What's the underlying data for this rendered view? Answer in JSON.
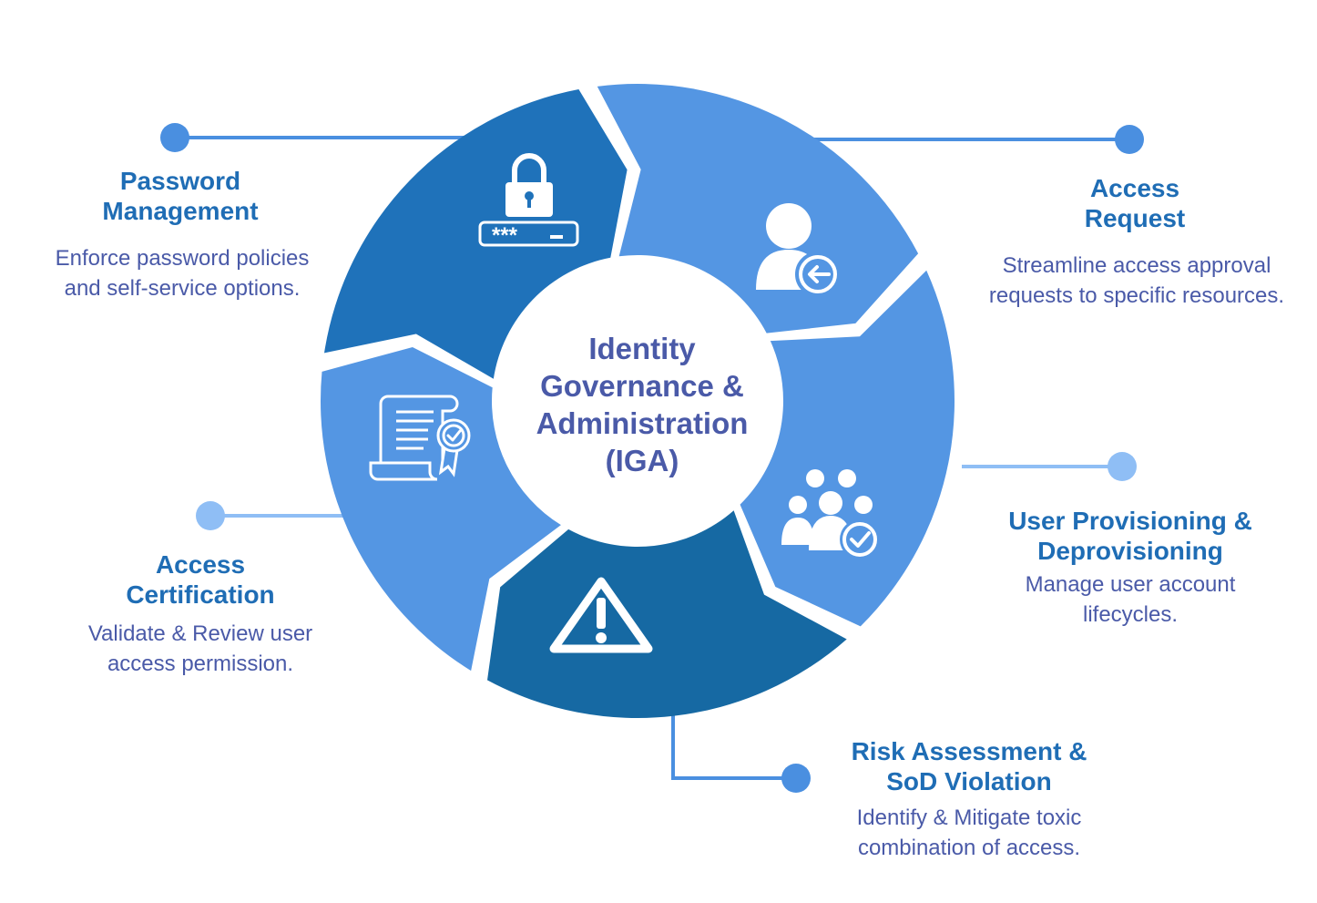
{
  "center": {
    "line1": "Identity",
    "line2": "Governance &",
    "line3": "Administration",
    "line4": "(IGA)"
  },
  "segments": [
    {
      "id": "password-management",
      "title_line1": "Password",
      "title_line2": "Management",
      "desc_line1": "Enforce password policies",
      "desc_line2": "and self-service options.",
      "icon": "padlock-password-icon",
      "color": "#1f72ba"
    },
    {
      "id": "access-request",
      "title_line1": "Access",
      "title_line2": "Request",
      "desc_line1": "Streamline access approval",
      "desc_line2": "requests to specific resources.",
      "icon": "user-access-request-icon",
      "color": "#5496e3"
    },
    {
      "id": "user-provisioning",
      "title_line1": "User Provisioning &",
      "title_line2": "Deprovisioning",
      "desc_line1": "Manage user account",
      "desc_line2": "lifecycles.",
      "icon": "user-group-check-icon",
      "color": "#5496e3"
    },
    {
      "id": "risk-assessment",
      "title_line1": "Risk Assessment &",
      "title_line2": "SoD Violation",
      "desc_line1": "Identify & Mitigate toxic",
      "desc_line2": "combination of access.",
      "icon": "warning-triangle-icon",
      "color": "#1669a3"
    },
    {
      "id": "access-certification",
      "title_line1": "Access",
      "title_line2": "Certification",
      "desc_line1": "Validate & Review user",
      "desc_line2": "access permission.",
      "icon": "certificate-document-icon",
      "color": "#5496e3"
    }
  ],
  "colors": {
    "title": "#1f6db5",
    "description": "#4a5aa8",
    "center_text": "#4a5aa8",
    "dot_dark": "#4a8fe0",
    "dot_light": "#8fbef5"
  }
}
